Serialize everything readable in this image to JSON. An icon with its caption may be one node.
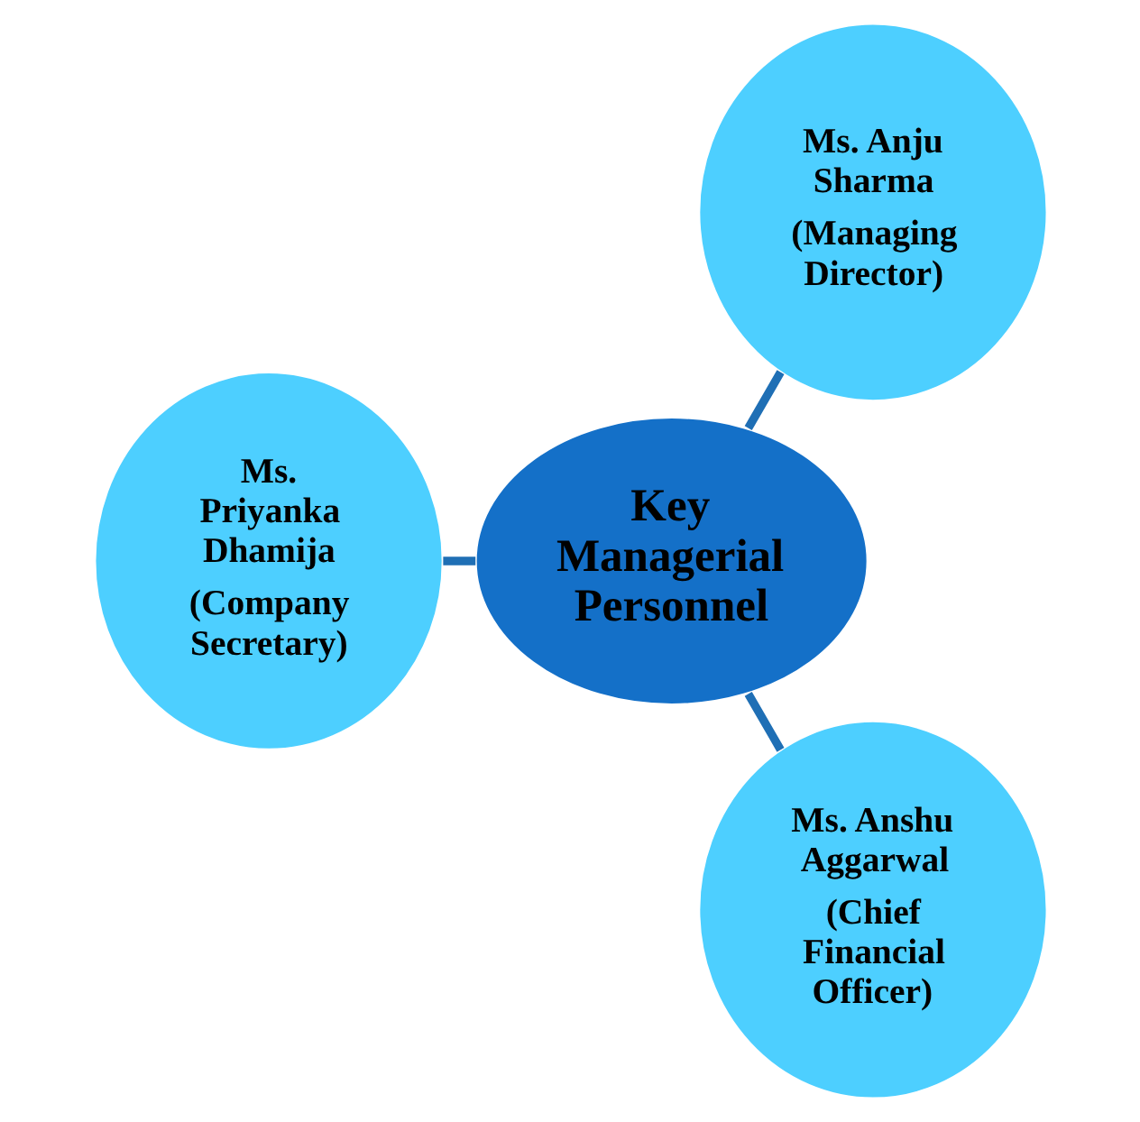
{
  "diagram": {
    "nodes": [
      {
        "text": [
          "Ms. Anju Sharma",
          "(Managing Director)"
        ]
      },
      {
        "text": [
          "Key Managerial Personnel"
        ]
      },
      {
        "text": [
          "Ms. Priyanka Dhamija",
          "(Company Secretary)"
        ]
      },
      {
        "text": [
          "Ms. Anshu Aggarwal",
          "(Chief Financial Officer)"
        ]
      }
    ],
    "edges": [
      {
        "from": 1,
        "to": 0,
        "arrow": "none"
      },
      {
        "from": 1,
        "to": 2,
        "arrow": "none"
      },
      {
        "from": 1,
        "to": 3,
        "arrow": "none"
      }
    ]
  }
}
